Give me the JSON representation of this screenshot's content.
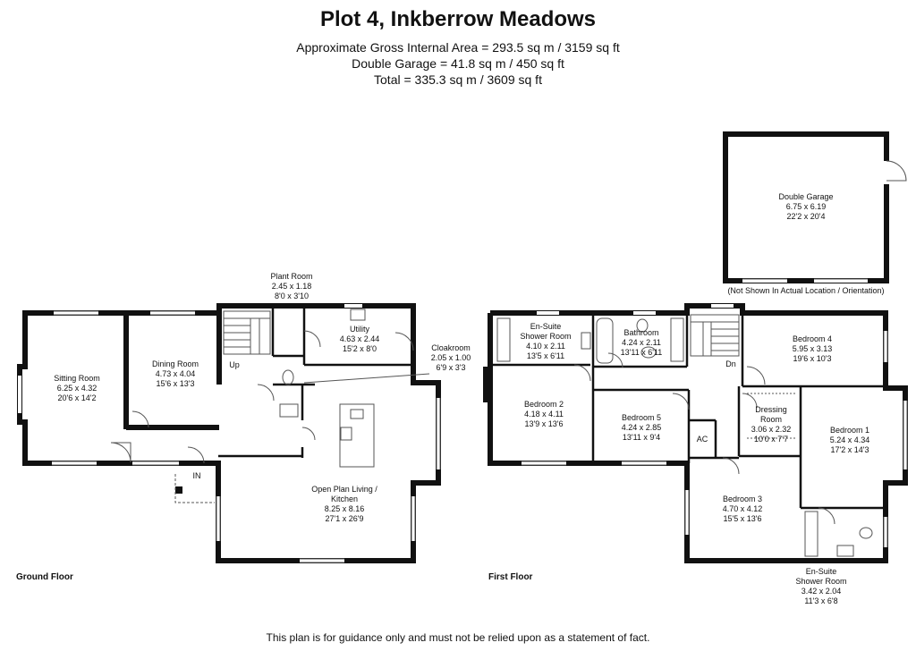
{
  "header": {
    "title": "Plot 4, Inkberrow Meadows",
    "area_lines": [
      "Approximate Gross Internal Area = 293.5 sq m / 3159 sq ft",
      "Double Garage = 41.8 sq m / 450 sq ft",
      "Total = 335.3 sq m / 3609 sq ft"
    ]
  },
  "ground_floor": {
    "label": "Ground Floor",
    "rooms": {
      "sitting_room": {
        "name": "Sitting Room",
        "metric": "6.25 x 4.32",
        "imperial": "20'6 x 14'2"
      },
      "dining_room": {
        "name": "Dining Room",
        "metric": "4.73 x 4.04",
        "imperial": "15'6 x 13'3"
      },
      "plant_room": {
        "name": "Plant Room",
        "metric": "2.45 x 1.18",
        "imperial": "8'0 x 3'10"
      },
      "utility": {
        "name": "Utility",
        "metric": "4.63 x 2.44",
        "imperial": "15'2 x 8'0"
      },
      "cloakroom": {
        "name": "Cloakroom",
        "metric": "2.05 x 1.00",
        "imperial": "6'9 x 3'3"
      },
      "living_kitchen": {
        "name_line1": "Open Plan Living /",
        "name_line2": "Kitchen",
        "metric": "8.25 x 8.16",
        "imperial": "27'1 x 26'9"
      }
    },
    "stairs_label": "Up",
    "entrance_label": "IN"
  },
  "first_floor": {
    "label": "First Floor",
    "rooms": {
      "ensuite_top": {
        "name_line1": "En-Suite",
        "name_line2": "Shower Room",
        "metric": "4.10 x 2.11",
        "imperial": "13'5 x 6'11"
      },
      "bathroom": {
        "name": "Bathroom",
        "metric": "4.24 x 2.11",
        "imperial": "13'11 x 6'11"
      },
      "bedroom4": {
        "name": "Bedroom 4",
        "metric": "5.95 x 3.13",
        "imperial": "19'6 x 10'3"
      },
      "bedroom2": {
        "name": "Bedroom 2",
        "metric": "4.18 x 4.11",
        "imperial": "13'9 x 13'6"
      },
      "bedroom5": {
        "name": "Bedroom 5",
        "metric": "4.24 x 2.85",
        "imperial": "13'11 x 9'4"
      },
      "dressing": {
        "name_line1": "Dressing",
        "name_line2": "Room",
        "metric": "3.06 x 2.32",
        "imperial": "10'0 x 7'7"
      },
      "bedroom1": {
        "name": "Bedroom 1",
        "metric": "5.24 x 4.34",
        "imperial": "17'2 x 14'3"
      },
      "bedroom3": {
        "name": "Bedroom 3",
        "metric": "4.70 x 4.12",
        "imperial": "15'5 x 13'6"
      },
      "ensuite_bottom": {
        "name_line1": "En-Suite",
        "name_line2": "Shower Room",
        "metric": "3.42 x 2.04",
        "imperial": "11'3 x 6'8"
      }
    },
    "stairs_label": "Dn",
    "ac_label": "AC"
  },
  "garage": {
    "name": "Double Garage",
    "metric": "6.75 x 6.19",
    "imperial": "22'2 x 20'4",
    "note": "(Not Shown In Actual Location / Orientation)"
  },
  "footer": {
    "disclaimer": "This plan is for guidance only and must not be relied upon as a statement of fact."
  }
}
